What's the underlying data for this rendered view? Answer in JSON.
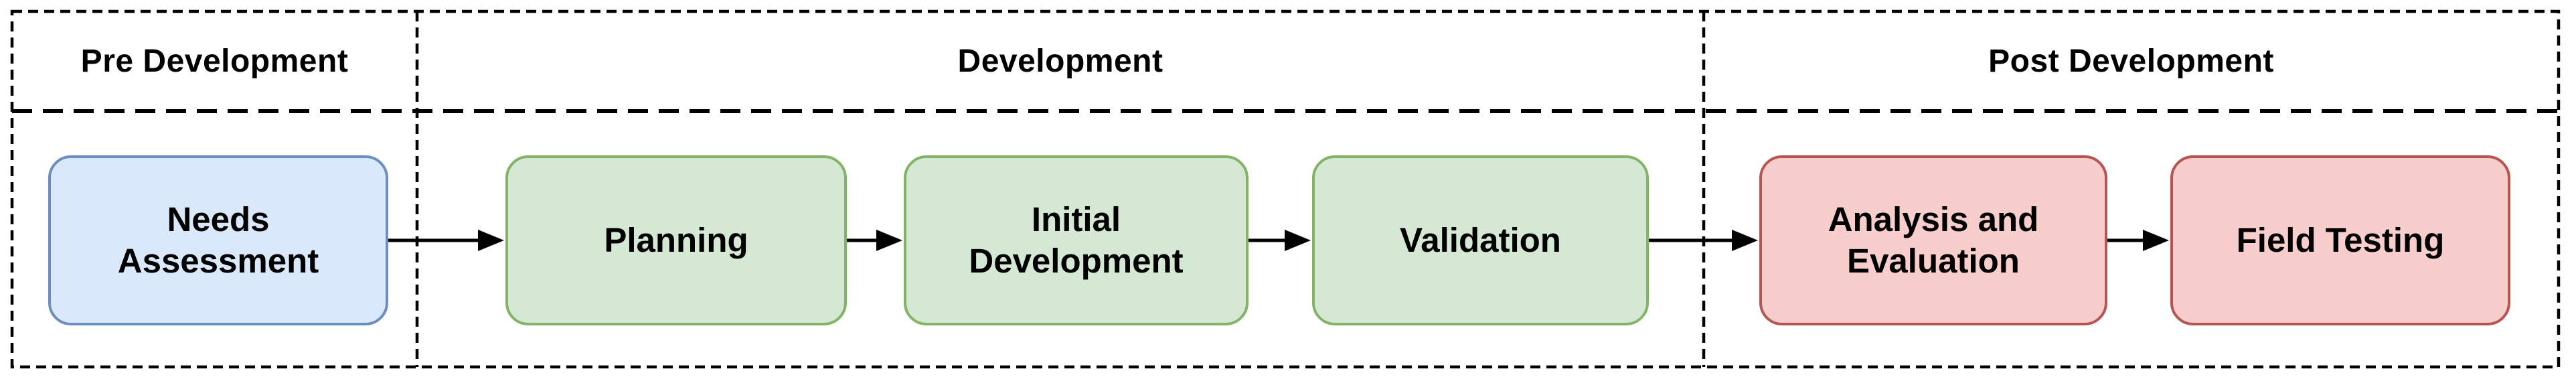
{
  "theme": {
    "line-color": "#000000",
    "text-color": "#000000",
    "node-blue-fill": "#dae8fc",
    "node-blue-border": "#6c8ebf",
    "node-green-fill": "#d5e8d4",
    "node-green-border": "#82b366",
    "node-red-fill": "#f8cecc",
    "node-red-border": "#b85450"
  },
  "lanes": [
    {
      "title": "Pre Development"
    },
    {
      "title": "Development"
    },
    {
      "title": "Post Development"
    }
  ],
  "nodes": [
    {
      "label": "Needs\nAssessment",
      "lane": "Pre Development",
      "color": "blue"
    },
    {
      "label": "Planning",
      "lane": "Development",
      "color": "green"
    },
    {
      "label": "Initial\nDevelopment",
      "lane": "Development",
      "color": "green"
    },
    {
      "label": "Validation",
      "lane": "Development",
      "color": "green"
    },
    {
      "label": "Analysis and\nEvaluation",
      "lane": "Post Development",
      "color": "red"
    },
    {
      "label": "Field Testing",
      "lane": "Post Development",
      "color": "red"
    }
  ],
  "edges": [
    {
      "from": "Needs Assessment",
      "to": "Planning"
    },
    {
      "from": "Planning",
      "to": "Initial Development"
    },
    {
      "from": "Initial Development",
      "to": "Validation"
    },
    {
      "from": "Validation",
      "to": "Analysis and Evaluation"
    },
    {
      "from": "Analysis and Evaluation",
      "to": "Field Testing"
    }
  ]
}
